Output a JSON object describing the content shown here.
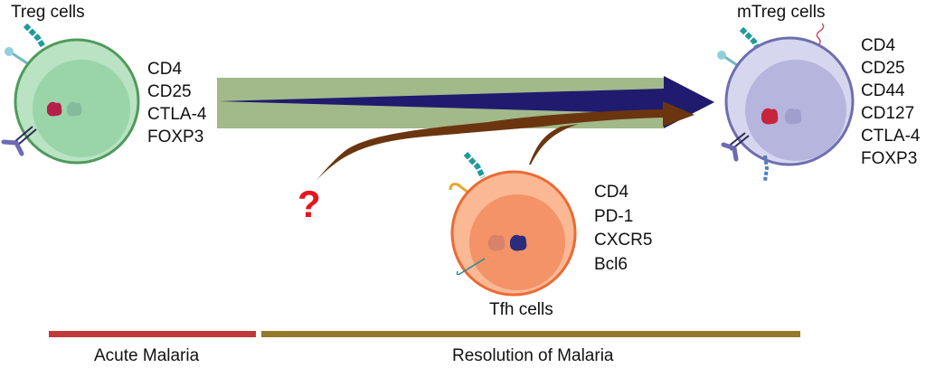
{
  "title_labels": {
    "treg": "Treg cells",
    "mtreg": "mTreg cells",
    "tfh": "Tfh cells"
  },
  "cells": {
    "treg": {
      "name": "Treg cells",
      "color_body": "#b9e3c2",
      "color_outline": "#4f9a5c",
      "color_nucleus": "#8fd0a0",
      "markers": [
        "CD4",
        "CD25",
        "CTLA-4",
        "FOXP3"
      ]
    },
    "mtreg": {
      "name": "mTreg cells",
      "color_body": "#d6d6ef",
      "color_outline": "#6e6eb0",
      "color_nucleus": "#a9a9d8",
      "markers": [
        "CD4",
        "CD25",
        "CD44",
        "CD127",
        "CTLA-4",
        "FOXP3"
      ]
    },
    "tfh": {
      "name": "Tfh cells",
      "color_body": "#fbb894",
      "color_outline": "#ec6a33",
      "color_nucleus": "#f2865a",
      "markers": [
        "CD4",
        "PD-1",
        "CXCR5",
        "Bcl6"
      ]
    }
  },
  "arrows": {
    "main_band_color": "#a2b98a",
    "treg_to_mtreg_color": "#1f1b6e",
    "tfh_to_mtreg_color": "#6b3510",
    "unknown_source_label": "?",
    "unknown_source_color": "#e8141b"
  },
  "timeline": {
    "phases": [
      {
        "label": "Acute Malaria",
        "color": "#c0393b"
      },
      {
        "label": "Resolution of Malaria",
        "color": "#957a2a"
      }
    ]
  }
}
